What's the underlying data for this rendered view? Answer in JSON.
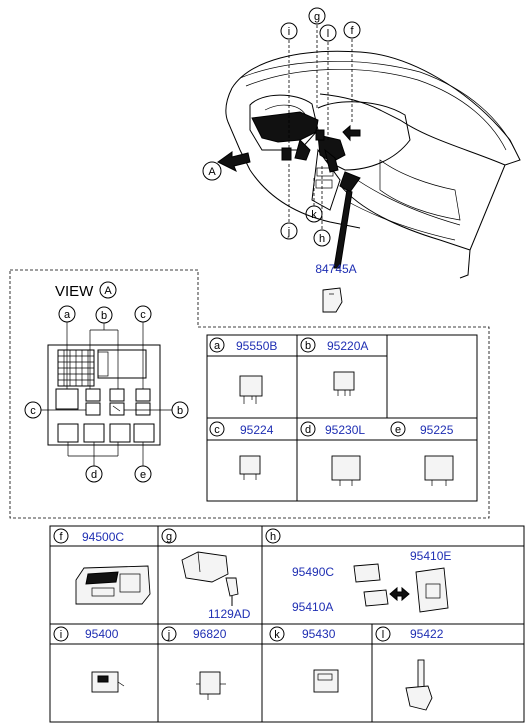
{
  "callouts": {
    "a": "a",
    "b": "b",
    "c": "c",
    "d": "d",
    "e": "e",
    "f": "f",
    "g": "g",
    "h": "h",
    "i": "i",
    "j": "j",
    "k": "k",
    "l": "l",
    "A": "A"
  },
  "top_part": "84745A",
  "view": {
    "title": "VIEW"
  },
  "relays": [
    {
      "letter": "a",
      "part": "95550B"
    },
    {
      "letter": "b",
      "part": "95220A"
    },
    {
      "letter": "c",
      "part": "95224"
    },
    {
      "letter": "d",
      "part": "95230L"
    },
    {
      "letter": "e",
      "part": "95225"
    }
  ],
  "bottom_row1": [
    {
      "letter": "f",
      "part": "94500C"
    },
    {
      "letter": "g",
      "part": "",
      "sub": "1129AD"
    },
    {
      "letter": "h",
      "part": "",
      "sub1": "95490C",
      "sub2": "95410A",
      "sub3": "95410E"
    }
  ],
  "bottom_row2": [
    {
      "letter": "i",
      "part": "95400"
    },
    {
      "letter": "j",
      "part": "96820"
    },
    {
      "letter": "k",
      "part": "95430"
    },
    {
      "letter": "l",
      "part": "95422"
    }
  ],
  "icons": [
    "relay-icon",
    "bracket-icon",
    "module-icon",
    "double-arrow-icon",
    "arrow-icon"
  ]
}
